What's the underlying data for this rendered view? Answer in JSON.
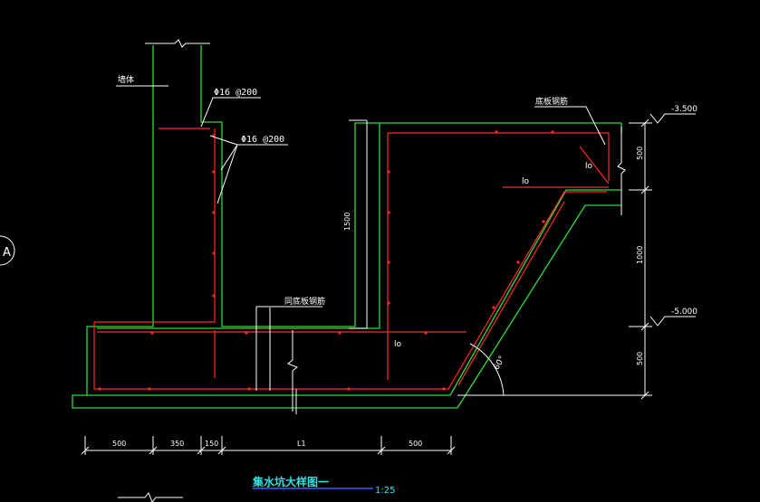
{
  "app": "CAD drawing viewer",
  "colors": {
    "background": "#000000",
    "wall": "#2ddc3a",
    "rebar": "#ff2a2a",
    "dimension": "#ffffff",
    "title": "#35e0e6",
    "title_line": "#3a5cff"
  },
  "labels": {
    "wall_label": "墙体",
    "rebar_top": "Φ16 @200",
    "rebar_side": "Φ16 @200",
    "bottom_rebar": "底板钢筋",
    "same_bottom_rebar": "同底板钢筋",
    "lo_1": "lo",
    "lo_2": "lo",
    "lo_3": "lo",
    "angle": "60°",
    "axis_marker": "A"
  },
  "elevations": {
    "top": "-3.500",
    "bottom": "-5.000"
  },
  "dimensions": {
    "horizontal": [
      "500",
      "350",
      "150",
      "L1",
      "500"
    ],
    "vertical_right": [
      "500",
      "1000",
      "500"
    ],
    "depth": "1500"
  },
  "title_block": {
    "title": "集水坑大样图一",
    "scale": "1:25"
  }
}
